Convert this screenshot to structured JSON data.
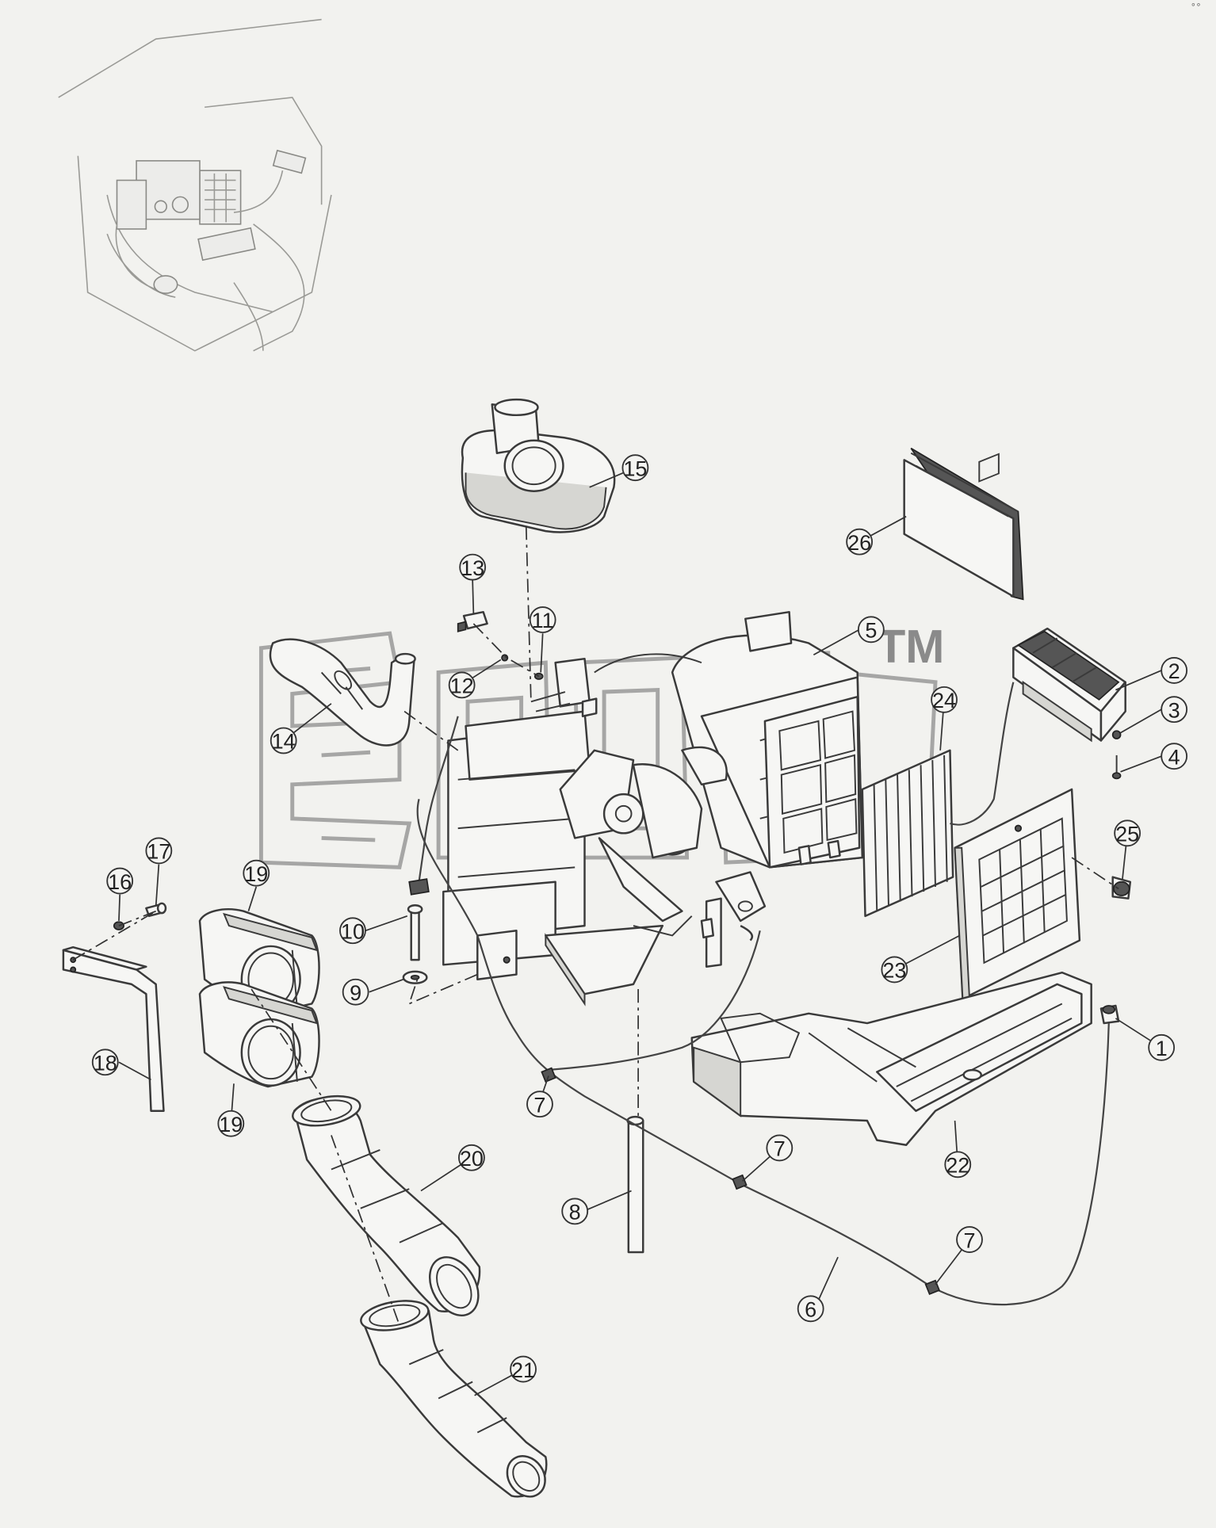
{
  "watermark": {
    "mark": "TM"
  },
  "corner_mark": "°°",
  "callouts": [
    {
      "id": "c1",
      "label": "1"
    },
    {
      "id": "c2",
      "label": "2"
    },
    {
      "id": "c3",
      "label": "3"
    },
    {
      "id": "c4",
      "label": "4"
    },
    {
      "id": "c5",
      "label": "5"
    },
    {
      "id": "c6",
      "label": "6"
    },
    {
      "id": "c7a",
      "label": "7"
    },
    {
      "id": "c7b",
      "label": "7"
    },
    {
      "id": "c7c",
      "label": "7"
    },
    {
      "id": "c8",
      "label": "8"
    },
    {
      "id": "c9",
      "label": "9"
    },
    {
      "id": "c10",
      "label": "10"
    },
    {
      "id": "c11",
      "label": "11"
    },
    {
      "id": "c12",
      "label": "12"
    },
    {
      "id": "c13",
      "label": "13"
    },
    {
      "id": "c14",
      "label": "14"
    },
    {
      "id": "c15",
      "label": "15"
    },
    {
      "id": "c16",
      "label": "16"
    },
    {
      "id": "c17",
      "label": "17"
    },
    {
      "id": "c18",
      "label": "18"
    },
    {
      "id": "c19a",
      "label": "19"
    },
    {
      "id": "c19b",
      "label": "19"
    },
    {
      "id": "c20",
      "label": "20"
    },
    {
      "id": "c21",
      "label": "21"
    },
    {
      "id": "c22",
      "label": "22"
    },
    {
      "id": "c23",
      "label": "23"
    },
    {
      "id": "c24",
      "label": "24"
    },
    {
      "id": "c25",
      "label": "25"
    },
    {
      "id": "c26",
      "label": "26"
    }
  ]
}
